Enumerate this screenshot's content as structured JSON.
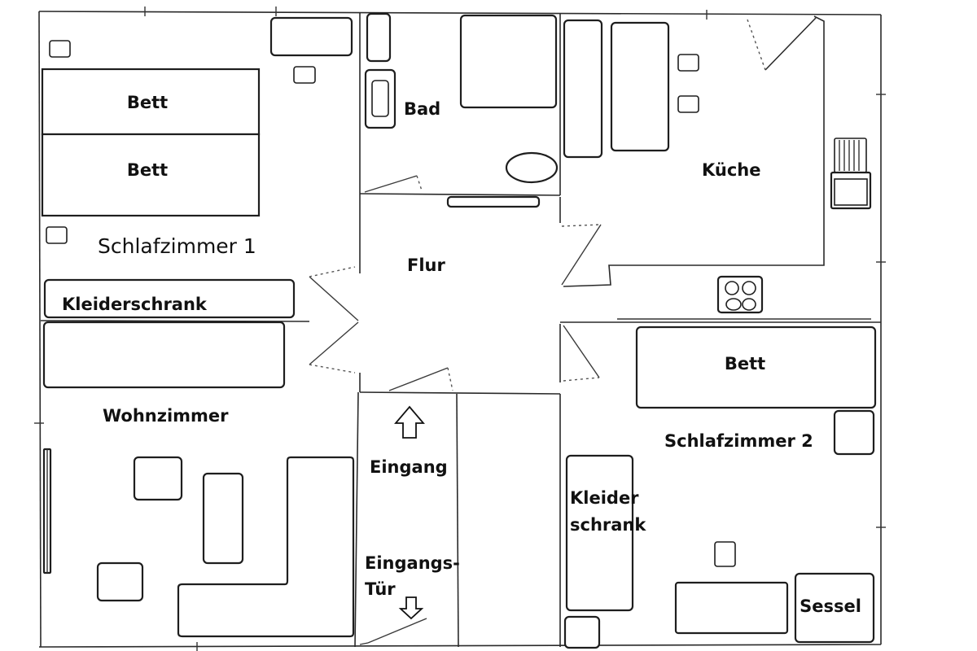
{
  "floor_plan": {
    "rooms": {
      "schlafzimmer1": "Schlafzimmer 1",
      "bad": "Bad",
      "kueche": "Küche",
      "flur": "Flur",
      "wohnzimmer": "Wohnzimmer",
      "eingang": "Eingang",
      "schlafzimmer2": "Schlafzimmer 2"
    },
    "furniture": {
      "bett_1a": "Bett",
      "bett_1b": "Bett",
      "kleiderschrank_1": "Kleiderschrank",
      "bett_2": "Bett",
      "kleiderschrank_2_line1": "Kleider",
      "kleiderschrank_2_line2": "schrank",
      "sessel": "Sessel"
    },
    "entrance_door": {
      "line1": "Eingangs-",
      "line2": "Tür"
    }
  }
}
